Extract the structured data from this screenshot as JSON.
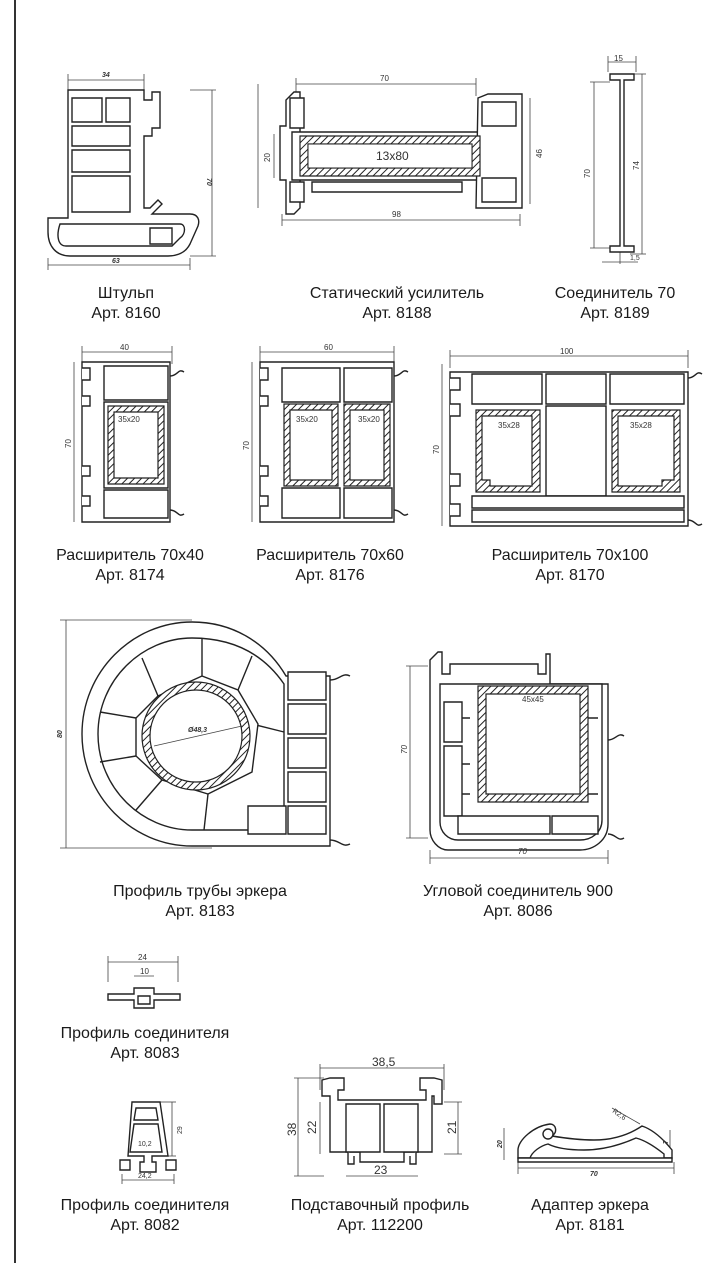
{
  "items": [
    {
      "name": "Штульп",
      "art": "Арт. 8160",
      "dims": [
        "34",
        "70",
        "63"
      ]
    },
    {
      "name": "Статический усилитель",
      "art": "Арт. 8188",
      "dims": [
        "70",
        "20",
        "46",
        "98",
        "13x80"
      ]
    },
    {
      "name": "Соединитель 70",
      "art": "Арт. 8189",
      "dims": [
        "15",
        "70",
        "74",
        "1,5"
      ]
    },
    {
      "name": "Расширитель 70х40",
      "art": "Арт. 8174",
      "dims": [
        "40",
        "70",
        "35х20"
      ]
    },
    {
      "name": "Расширитель 70х60",
      "art": "Арт. 8176",
      "dims": [
        "60",
        "70",
        "35х20",
        "35х20"
      ]
    },
    {
      "name": "Расширитель 70х100",
      "art": "Арт. 8170",
      "dims": [
        "100",
        "70",
        "35х28",
        "35х28"
      ]
    },
    {
      "name": "Профиль трубы эркера",
      "art": "Арт. 8183",
      "dims": [
        "80",
        "Ø48,3"
      ]
    },
    {
      "name": "Угловой соединитель 900",
      "art": "Арт. 8086",
      "dims": [
        "70",
        "70",
        "45х45"
      ]
    },
    {
      "name": "Профиль соединителя",
      "art": "Арт. 8083",
      "dims": [
        "24",
        "10"
      ]
    },
    {
      "name": "Подставочный профиль",
      "art": "Арт. 112200",
      "dims": [
        "38,5",
        "38",
        "22",
        "21",
        "23"
      ]
    },
    {
      "name": "Профиль соединителя",
      "art": "Арт. 8082",
      "dims": [
        "29",
        "10,2",
        "24,2"
      ]
    },
    {
      "name": "Адаптер эркера",
      "art": "Арт. 8181",
      "dims": [
        "20",
        "7",
        "70",
        "R2,6"
      ]
    }
  ],
  "colors": {
    "line": "#222222",
    "background": "#ffffff",
    "text": "#1a1a1a"
  }
}
